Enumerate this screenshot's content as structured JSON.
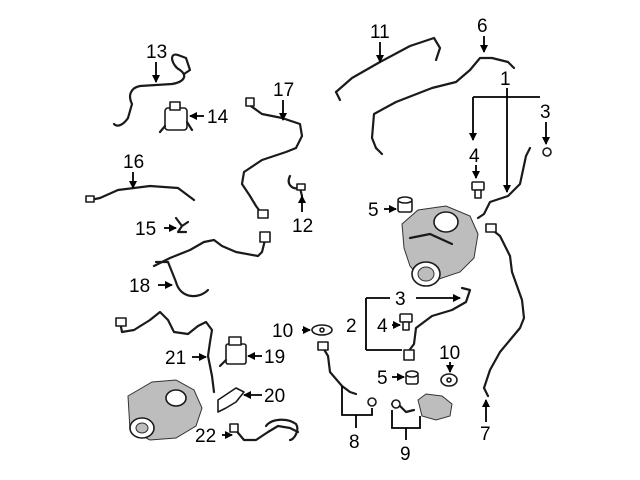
{
  "callouts": {
    "c1": "1",
    "c2": "2",
    "c3a": "3",
    "c3b": "3",
    "c4a": "4",
    "c4b": "4",
    "c5a": "5",
    "c5b": "5",
    "c6": "6",
    "c7": "7",
    "c8": "8",
    "c9": "9",
    "c10a": "10",
    "c10b": "10",
    "c11": "11",
    "c12": "12",
    "c13": "13",
    "c14": "14",
    "c15": "15",
    "c16": "16",
    "c17": "17",
    "c18": "18",
    "c19": "19",
    "c20": "20",
    "c21": "21",
    "c22": "22"
  }
}
